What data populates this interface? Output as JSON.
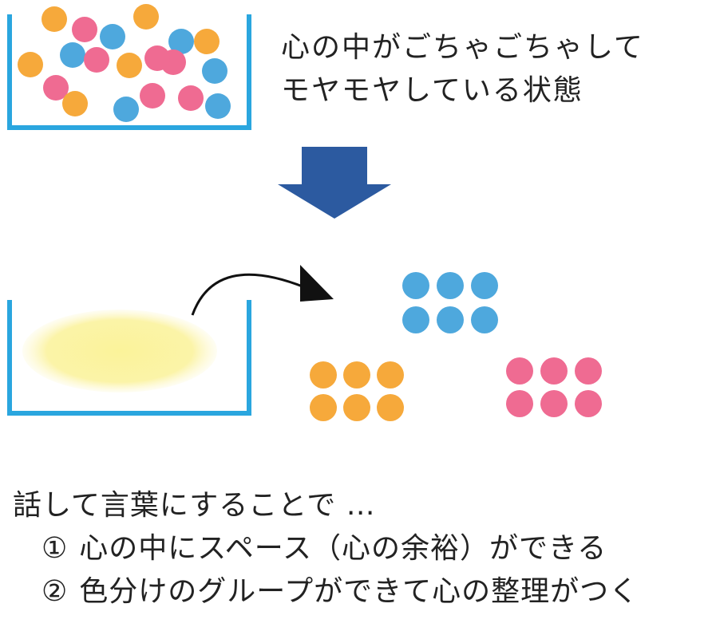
{
  "top_caption": {
    "line1": "心の中がごちゃごちゃして",
    "line2": "モヤモヤしている状態"
  },
  "summary": "話して言葉にすることで …",
  "points": [
    {
      "marker": "①",
      "text": "心の中にスペース（心の余裕）ができる"
    },
    {
      "marker": "②",
      "text": "色分けのグループができて心の整理がつく"
    }
  ],
  "colors": {
    "orange": "#f6a93b",
    "pink": "#ef6b92",
    "blue": "#4ea8dd",
    "box_outline": "#2aa6df",
    "down_arrow": "#2c5aa0",
    "glow": "#fbf3a0"
  }
}
